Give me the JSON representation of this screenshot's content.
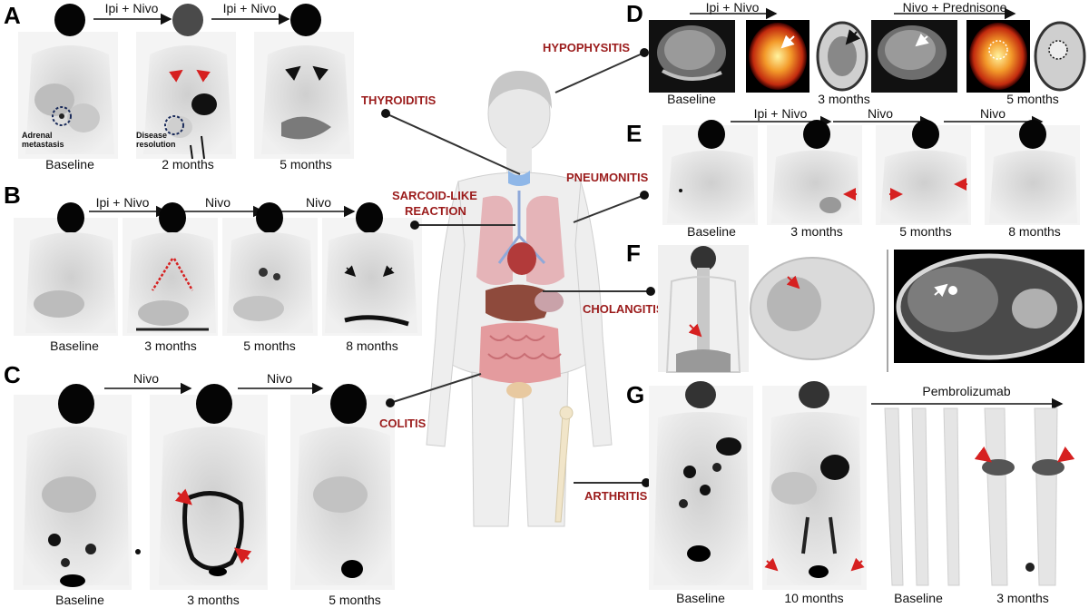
{
  "panels": {
    "A": {
      "letter": "A",
      "treatments": [
        "Ipi + Nivo",
        "Ipi + Nivo"
      ],
      "captions": [
        "Baseline",
        "2 months",
        "5 months"
      ],
      "annotations": [
        "Adrenal metastasis",
        "Disease resolution"
      ]
    },
    "B": {
      "letter": "B",
      "treatments": [
        "Ipi + Nivo",
        "Nivo",
        "Nivo"
      ],
      "captions": [
        "Baseline",
        "3 months",
        "5 months",
        "8 months"
      ]
    },
    "C": {
      "letter": "C",
      "treatments": [
        "Nivo",
        "Nivo"
      ],
      "captions": [
        "Baseline",
        "3 months",
        "5 months"
      ]
    },
    "D": {
      "letter": "D",
      "treatments": [
        "Ipi + Nivo",
        "Nivo + Prednisone"
      ],
      "captions": [
        "Baseline",
        "3 months",
        "5 months"
      ]
    },
    "E": {
      "letter": "E",
      "treatments": [
        "Ipi + Nivo",
        "Nivo",
        "Nivo"
      ],
      "captions": [
        "Baseline",
        "3 months",
        "5 months",
        "8 months"
      ]
    },
    "F": {
      "letter": "F"
    },
    "G": {
      "letter": "G",
      "treatments": [
        "Pembrolizumab"
      ],
      "captions": [
        "Baseline",
        "10 months",
        "Baseline",
        "3 months"
      ]
    }
  },
  "organ_labels": {
    "hypophysitis": "HYPOPHYSITIS",
    "thyroiditis": "THYROIDITIS",
    "pneumonitis": "PNEUMONITIS",
    "sarcoid_line1": "SARCOID-LIKE",
    "sarcoid_line2": "REACTION",
    "cholangitis": "CHOLANGITIS",
    "colitis": "COLITIS",
    "arthritis": "ARTHRITIS"
  },
  "colors": {
    "label_red": "#9b1c1c",
    "arrow_red": "#d62020",
    "scan_gray": "#d6d6d6"
  }
}
